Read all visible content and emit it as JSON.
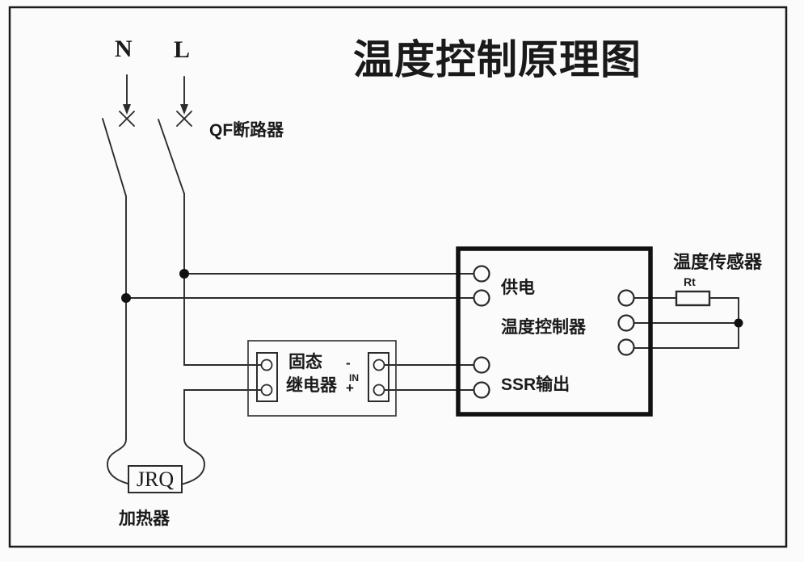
{
  "title": "温度控制原理图",
  "power": {
    "neutral_label": "N",
    "live_label": "L",
    "breaker_label": "QF断路器"
  },
  "controller": {
    "supply_label": "供电",
    "name_label": "温度控制器",
    "ssr_output_label": "SSR输出"
  },
  "sensor": {
    "label": "温度传感器",
    "resistor_label": "Rt"
  },
  "relay": {
    "name_line1": "固态",
    "name_line2": "继电器",
    "minus_label": "-",
    "in_label": "IN",
    "plus_label": "+"
  },
  "heater": {
    "box_label": "JRQ",
    "label": "加热器"
  },
  "colors": {
    "line": "#2b2b2b",
    "text": "#1a1a1a",
    "frame": "#1b1b1b",
    "background": "#fbfbfb"
  }
}
